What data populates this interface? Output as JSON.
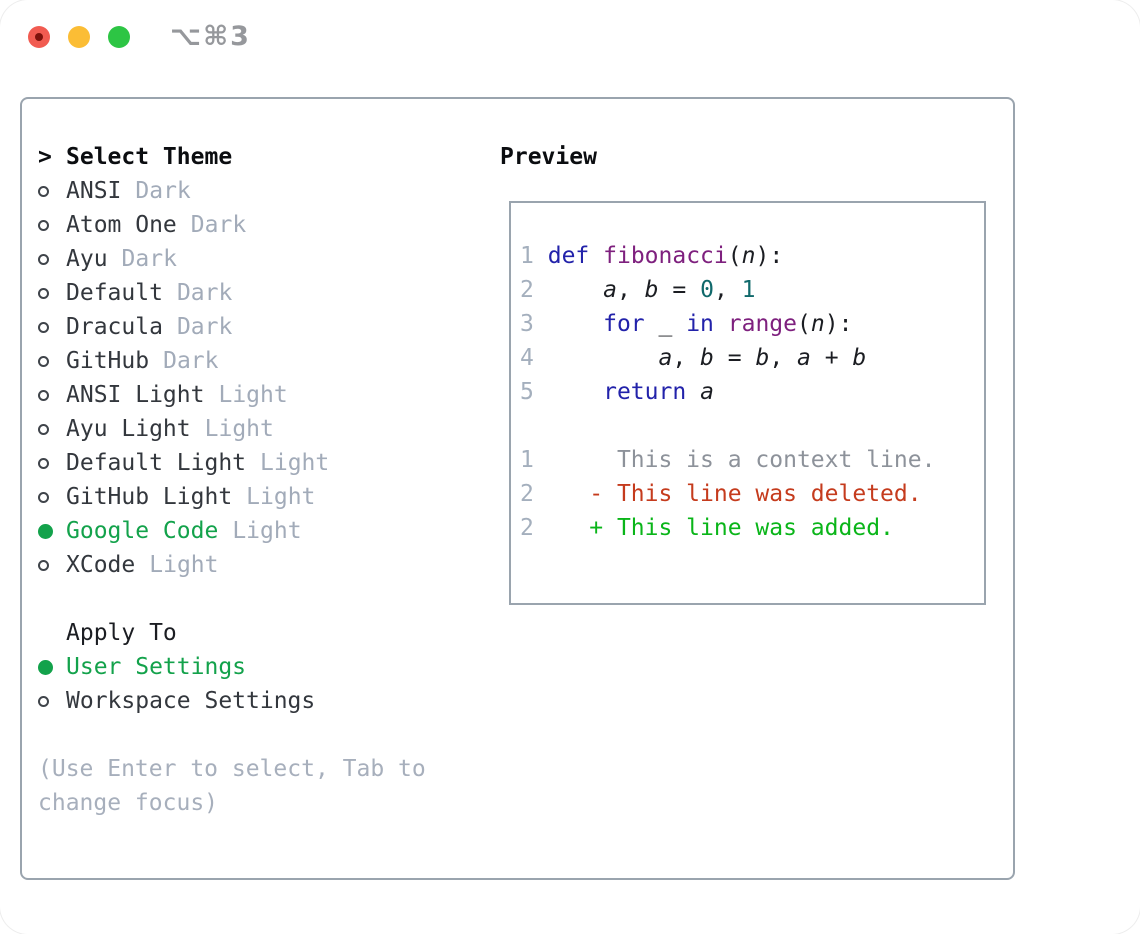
{
  "window": {
    "shortcut": "⌥⌘3"
  },
  "colors": {
    "border": "#9aa4ae",
    "label": "#33373d",
    "heading": "#0b0d10",
    "variant": "#a2abb9",
    "hint": "#a7afbc",
    "green": "#13a24b",
    "keyword": "#2222aa",
    "function": "#7e207e",
    "number": "#10696b",
    "plain": "#1b1d22",
    "lineno": "#a4afbd",
    "context": "#8d929a",
    "deleted": "#c53b1d",
    "added": "#0ab519",
    "tl-red": "#f15b51",
    "tl-yellow": "#fbbd35",
    "tl-green": "#2dc544"
  },
  "panel": {
    "title_prompt": ">",
    "title": "Select Theme",
    "themes": [
      {
        "name": "ANSI",
        "variant": "Dark",
        "selected": false
      },
      {
        "name": "Atom One",
        "variant": "Dark",
        "selected": false
      },
      {
        "name": "Ayu",
        "variant": "Dark",
        "selected": false
      },
      {
        "name": "Default",
        "variant": "Dark",
        "selected": false
      },
      {
        "name": "Dracula",
        "variant": "Dark",
        "selected": false
      },
      {
        "name": "GitHub",
        "variant": "Dark",
        "selected": false
      },
      {
        "name": "ANSI Light",
        "variant": "Light",
        "selected": false
      },
      {
        "name": "Ayu Light",
        "variant": "Light",
        "selected": false
      },
      {
        "name": "Default Light",
        "variant": "Light",
        "selected": false
      },
      {
        "name": "GitHub Light",
        "variant": "Light",
        "selected": false
      },
      {
        "name": "Google Code",
        "variant": "Light",
        "selected": true
      },
      {
        "name": "XCode",
        "variant": "Light",
        "selected": false
      }
    ],
    "apply_to": {
      "label": "Apply To",
      "options": [
        {
          "label": "User Settings",
          "selected": true
        },
        {
          "label": "Workspace Settings",
          "selected": false
        }
      ]
    },
    "hint": "(Use Enter to select, Tab to change focus)"
  },
  "preview": {
    "label": "Preview",
    "code_lines": [
      {
        "no": "1",
        "tokens": [
          {
            "t": " "
          },
          {
            "t": "def",
            "c": "keyword"
          },
          {
            "t": " "
          },
          {
            "t": "fibonacci",
            "c": "function"
          },
          {
            "t": "("
          },
          {
            "t": "n",
            "i": true
          },
          {
            "t": "):"
          }
        ]
      },
      {
        "no": "2",
        "tokens": [
          {
            "t": "     "
          },
          {
            "t": "a",
            "i": true
          },
          {
            "t": ", "
          },
          {
            "t": "b",
            "i": true
          },
          {
            "t": " = "
          },
          {
            "t": "0",
            "c": "number"
          },
          {
            "t": ", "
          },
          {
            "t": "1",
            "c": "number"
          }
        ]
      },
      {
        "no": "3",
        "tokens": [
          {
            "t": "     "
          },
          {
            "t": "for",
            "c": "keyword"
          },
          {
            "t": " _ "
          },
          {
            "t": "in",
            "c": "keyword"
          },
          {
            "t": " "
          },
          {
            "t": "range",
            "c": "function"
          },
          {
            "t": "("
          },
          {
            "t": "n",
            "i": true
          },
          {
            "t": "):"
          }
        ]
      },
      {
        "no": "4",
        "tokens": [
          {
            "t": "         "
          },
          {
            "t": "a",
            "i": true
          },
          {
            "t": ", "
          },
          {
            "t": "b",
            "i": true
          },
          {
            "t": " = "
          },
          {
            "t": "b",
            "i": true
          },
          {
            "t": ", "
          },
          {
            "t": "a",
            "i": true
          },
          {
            "t": " + "
          },
          {
            "t": "b",
            "i": true
          }
        ]
      },
      {
        "no": "5",
        "tokens": [
          {
            "t": "     "
          },
          {
            "t": "return",
            "c": "keyword"
          },
          {
            "t": " "
          },
          {
            "t": "a",
            "i": true
          }
        ]
      },
      {
        "no": "",
        "tokens": []
      },
      {
        "no": "1",
        "tokens": [
          {
            "t": "      This is a context line.",
            "c": "context"
          }
        ]
      },
      {
        "no": "2",
        "tokens": [
          {
            "t": "    "
          },
          {
            "t": "- This line was deleted.",
            "c": "deleted"
          }
        ]
      },
      {
        "no": "2",
        "tokens": [
          {
            "t": "    "
          },
          {
            "t": "+ This line was added.",
            "c": "added"
          }
        ]
      }
    ]
  }
}
